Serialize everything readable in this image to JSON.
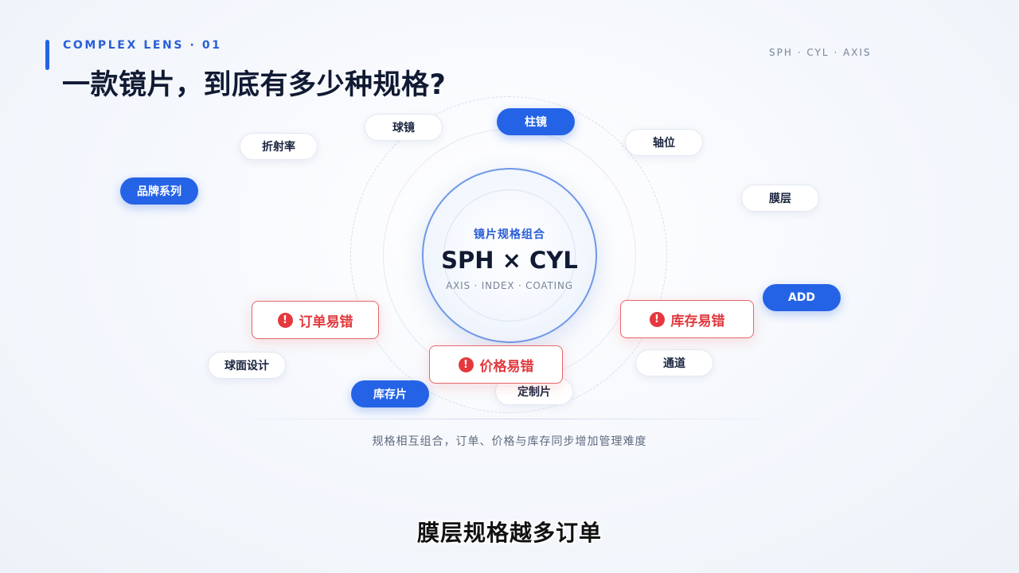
{
  "header": {
    "kicker": "COMPLEX LENS · 01",
    "title": "一款镜片，到底有多少种规格?",
    "top_right": "SPH · CYL · AXIS"
  },
  "core": {
    "label": "镜片规格组合",
    "main": "SPH × CYL",
    "sub": "AXIS · INDEX · COATING"
  },
  "tags": {
    "qiujing": "球镜",
    "zhujing": "柱镜",
    "zhouwei": "轴位",
    "zheshelv": "折射率",
    "pinpai": "品牌系列",
    "moceng": "膜层",
    "add": "ADD",
    "qiumian": "球面设计",
    "tongdao": "通道",
    "kucunpian": "库存片",
    "dingzhipian": "定制片"
  },
  "warnings": {
    "order": "订单易错",
    "price": "价格易错",
    "stock": "库存易错",
    "icon": "!"
  },
  "caption": "规格相互组合，订单、价格与库存同步增加管理难度",
  "subtitle": "膜层规格越多订单",
  "colors": {
    "accent": "#2563e6",
    "warning": "#e03a3e"
  }
}
